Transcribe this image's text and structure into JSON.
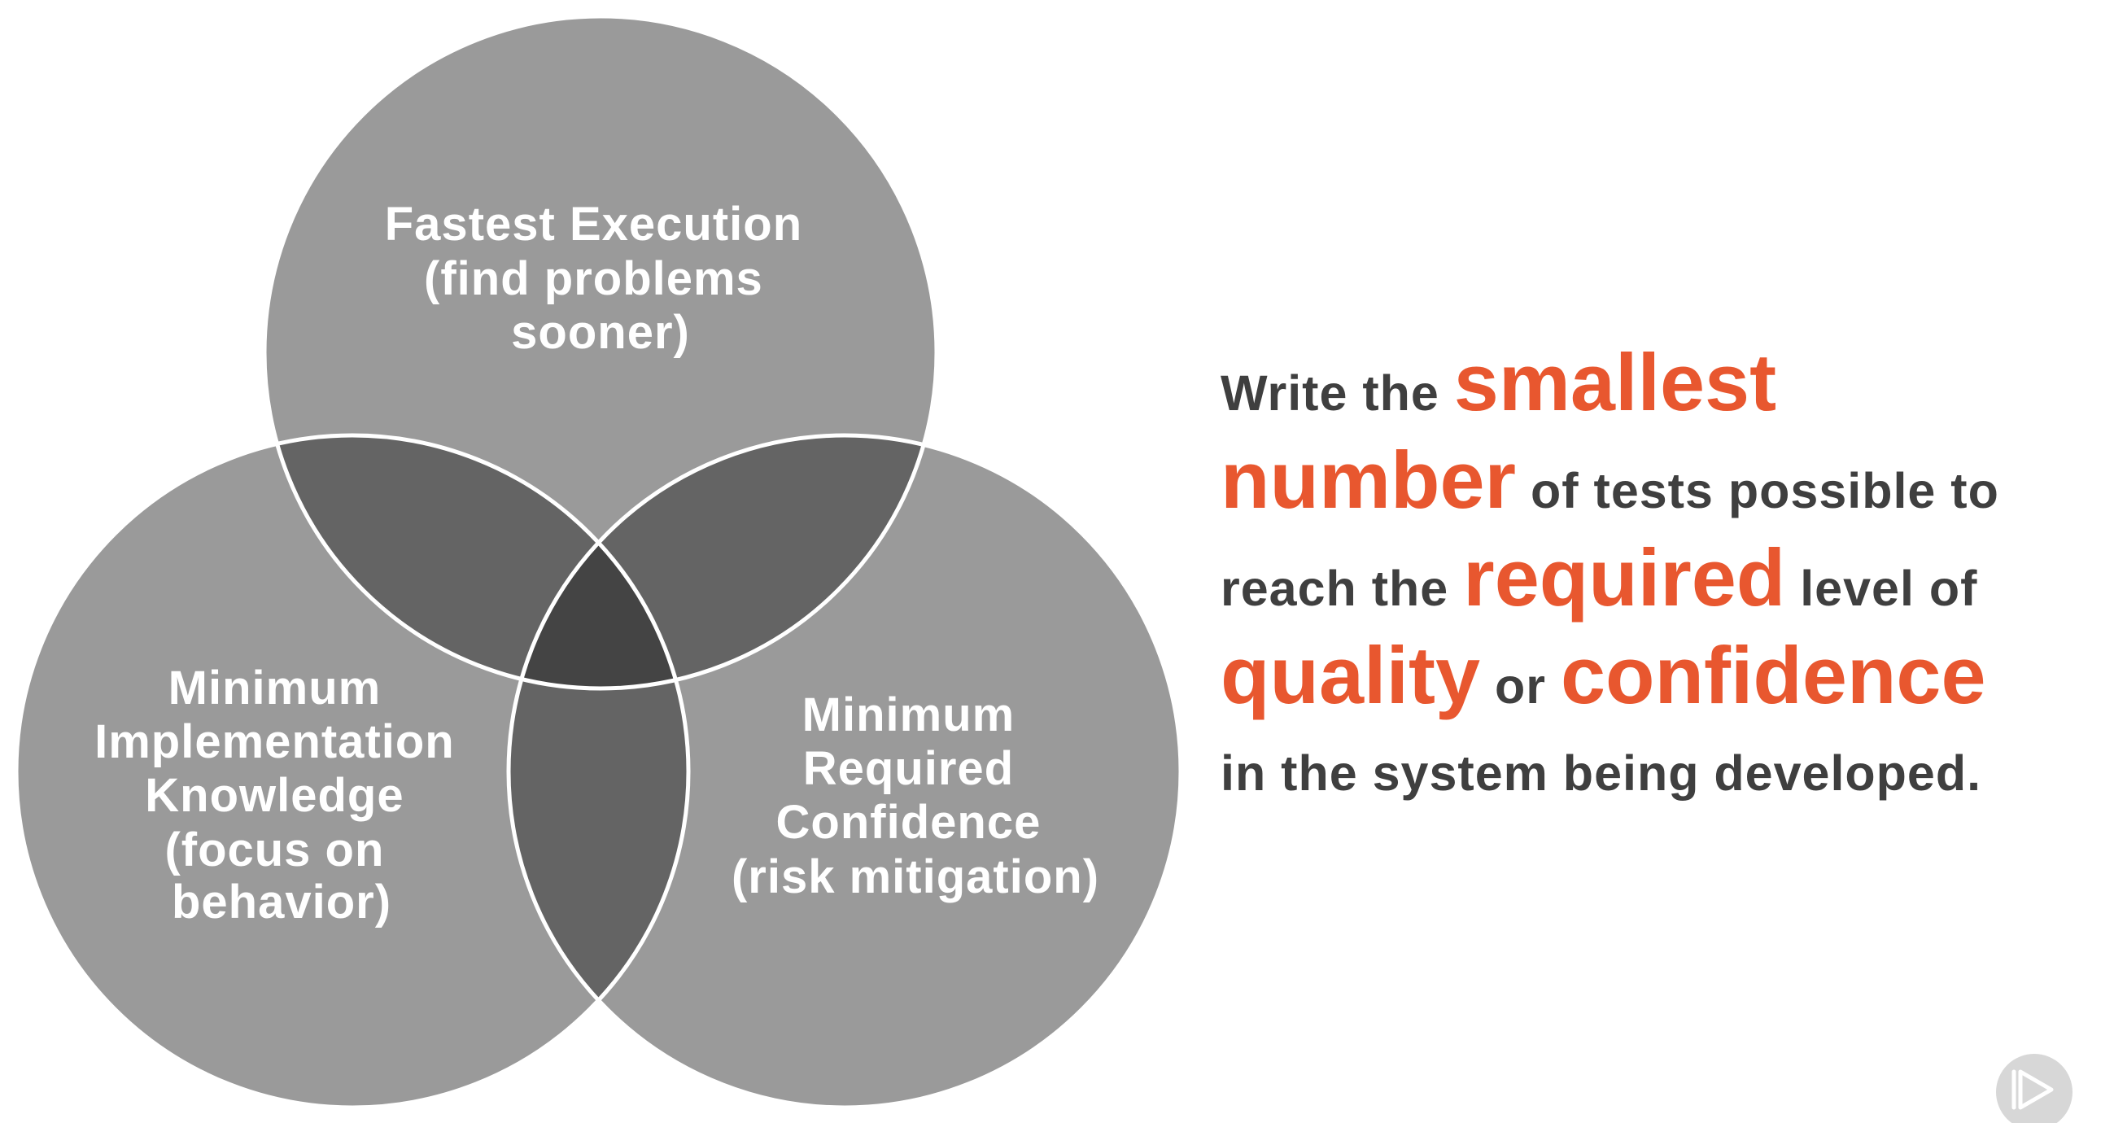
{
  "venn": {
    "top_circle": {
      "lines": [
        "Fastest Execution",
        "(find problems",
        "sooner)"
      ]
    },
    "left_circle": {
      "lines": [
        "Minimum",
        "Implementation",
        "Knowledge",
        "(focus on",
        "behavior)"
      ]
    },
    "right_circle": {
      "lines": [
        "Minimum",
        "Required",
        "Confidence",
        "(risk mitigation)"
      ]
    },
    "colors": {
      "circle_fill": "#9a9a9a",
      "pair_overlap": "#646464",
      "triple_overlap": "#444444",
      "outline": "#ffffff"
    }
  },
  "statement": {
    "line1": {
      "t1": "Write the ",
      "e1": "smallest"
    },
    "line2": {
      "e1": "number",
      "t1": " of tests possible to"
    },
    "line3": {
      "t1": "reach the ",
      "e1": "required",
      "t2": " level of"
    },
    "line4": {
      "e1": "quality",
      "t1": " or ",
      "e2": "confidence"
    },
    "line5": {
      "t1": "in the system being developed."
    },
    "colors": {
      "text": "#3f3f3f",
      "emphasis": "#e8572f"
    }
  },
  "badge": {
    "icon": "play-icon"
  }
}
